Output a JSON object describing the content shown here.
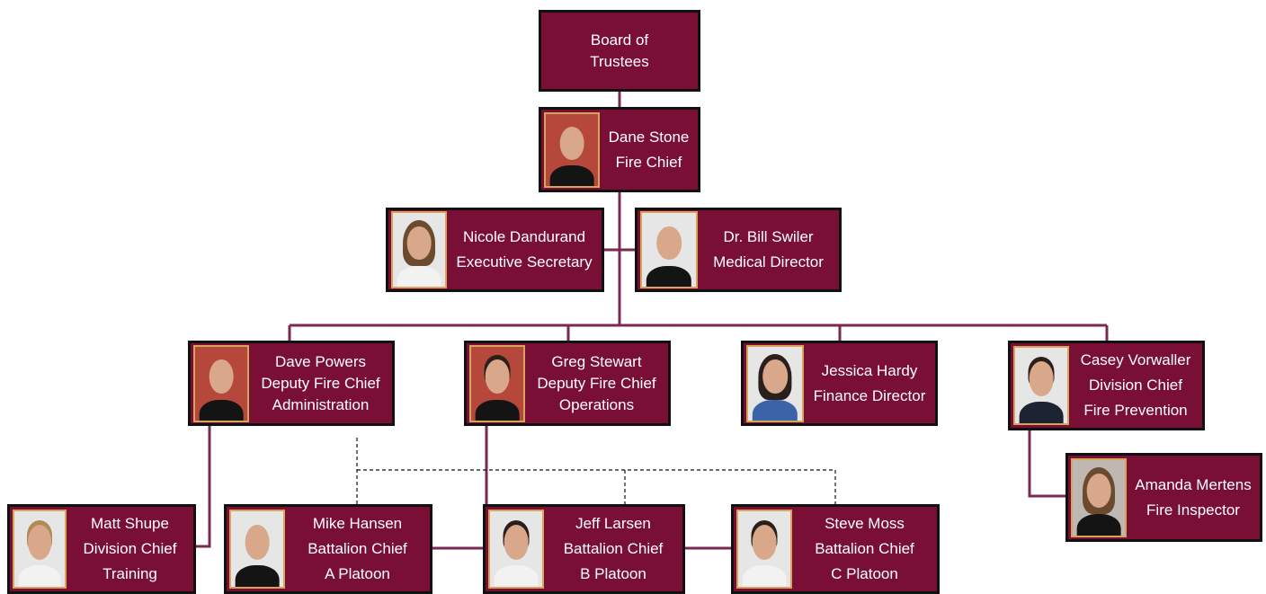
{
  "board": {
    "line1": "Board of",
    "line2": "Trustees"
  },
  "people": {
    "stone": {
      "name": "Dane Stone",
      "title": "Fire Chief"
    },
    "dandurand": {
      "name": "Nicole Dandurand",
      "title": "Executive Secretary"
    },
    "swiler": {
      "name": "Dr. Bill Swiler",
      "title": "Medical Director"
    },
    "powers": {
      "name": "Dave Powers",
      "title": "Deputy Fire Chief",
      "sub": "Administration"
    },
    "stewart": {
      "name": "Greg Stewart",
      "title": "Deputy Fire Chief",
      "sub": "Operations"
    },
    "hardy": {
      "name": "Jessica Hardy",
      "title": "Finance Director"
    },
    "vorwaller": {
      "name": "Casey Vorwaller",
      "title": "Division Chief",
      "sub": "Fire Prevention"
    },
    "mertens": {
      "name": "Amanda Mertens",
      "title": "Fire Inspector"
    },
    "shupe": {
      "name": "Matt Shupe",
      "title": "Division Chief",
      "sub": "Training"
    },
    "hansen": {
      "name": "Mike Hansen",
      "title": "Battalion Chief",
      "sub": "A Platoon"
    },
    "larsen": {
      "name": "Jeff Larsen",
      "title": "Battalion Chief",
      "sub": "B Platoon"
    },
    "moss": {
      "name": "Steve Moss",
      "title": "Battalion Chief",
      "sub": "C Platoon"
    }
  },
  "colors": {
    "box": "#7a0f36",
    "border": "#111111",
    "connector": "#7a2a52",
    "photo_frame": "#d6a55a"
  }
}
